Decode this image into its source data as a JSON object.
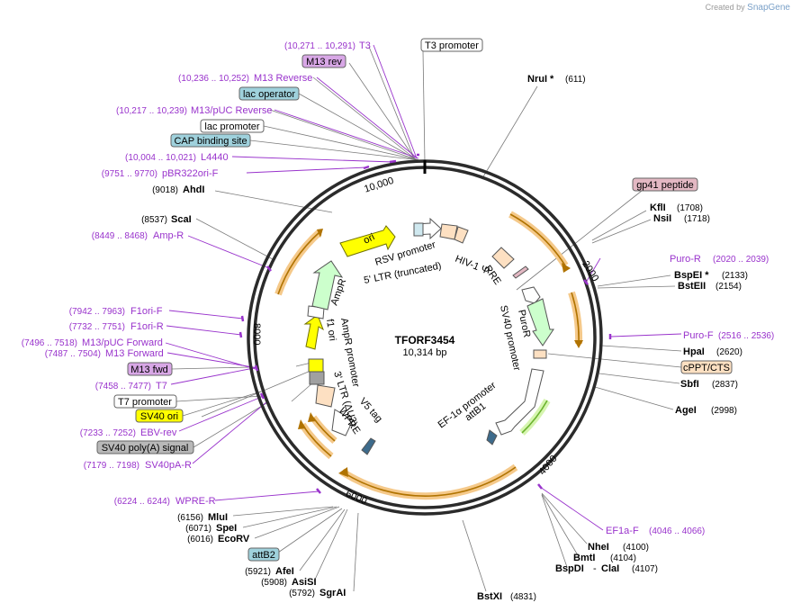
{
  "brand": {
    "created_by": "Created by",
    "logo": "SnapGene"
  },
  "plasmid": {
    "name": "TFORF3454",
    "size": "10,314 bp"
  },
  "ring_ticks": [
    "10,000",
    "2000",
    "4000",
    "6000",
    "8000"
  ],
  "map_labels": {
    "ori": "ori",
    "rsv": "RSV promoter",
    "ltr5": "5' LTR (truncated)",
    "hiv": "HIV-1 Ψ",
    "rre": "RRE",
    "puror": "PuroR",
    "sv40p": "SV40 promoter",
    "ef1a": "EF-1α promoter",
    "attb1": "attB1",
    "v5": "V5 tag",
    "wpre": "WPRE",
    "ltr3": "3' LTR (ΔU3)",
    "ampp": "AmpR promoter",
    "f1": "f1 ori",
    "ampr": "AmpR"
  },
  "left_features": {
    "t3": {
      "coord": "(10,271 .. 10,291)",
      "name": "T3"
    },
    "m13rev_box": "M13 rev",
    "m13reverse": {
      "coord": "(10,236 .. 10,252)",
      "name": "M13 Reverse"
    },
    "lacop_box": "lac operator",
    "m13puc": {
      "coord": "(10,217 .. 10,239)",
      "name": "M13/pUC Reverse"
    },
    "lacprom_box": "lac promoter",
    "cap_box": "CAP binding site",
    "l4440": {
      "coord": "(10,004 .. 10,021)",
      "name": "L4440"
    },
    "pbr": {
      "coord": "(9751 .. 9770)",
      "name": "pBR322ori-F"
    },
    "ahdi": {
      "coord": "(9018)",
      "name": "AhdI"
    },
    "scai": {
      "coord": "(8537)",
      "name": "ScaI"
    },
    "ampr_primer": {
      "coord": "(8449 .. 8468)",
      "name": "Amp-R"
    },
    "f1orif": {
      "coord": "(7942 .. 7963)",
      "name": "F1ori-F"
    },
    "f1orir": {
      "coord": "(7732 .. 7751)",
      "name": "F1ori-R"
    },
    "m13pucfwd": {
      "coord": "(7496 .. 7518)",
      "name": "M13/pUC Forward"
    },
    "m13forward": {
      "coord": "(7487 .. 7504)",
      "name": "M13 Forward"
    },
    "m13fwd_box": "M13 fwd",
    "t7": {
      "coord": "(7458 .. 7477)",
      "name": "T7"
    },
    "t7prom_box": "T7 promoter",
    "sv40ori_box": "SV40 ori",
    "ebv": {
      "coord": "(7233 .. 7252)",
      "name": "EBV-rev"
    },
    "sv40pa_box": "SV40 poly(A) signal",
    "sv40par": {
      "coord": "(7179 .. 7198)",
      "name": "SV40pA-R"
    },
    "wprer": {
      "coord": "(6224 .. 6244)",
      "name": "WPRE-R"
    },
    "mlui": {
      "coord": "(6156)",
      "name": "MluI"
    },
    "spei": {
      "coord": "(6071)",
      "name": "SpeI"
    },
    "ecorv": {
      "coord": "(6016)",
      "name": "EcoRV"
    },
    "attb2_box": "attB2",
    "afei": {
      "coord": "(5921)",
      "name": "AfeI"
    },
    "asisi": {
      "coord": "(5908)",
      "name": "AsiSI"
    },
    "sgrai": {
      "coord": "(5792)",
      "name": "SgrAI"
    }
  },
  "right_features": {
    "t3prom_box": "T3 promoter",
    "nrui": {
      "name": "NruI *",
      "coord": "(611)"
    },
    "gp41_box": "gp41 peptide",
    "kfli": {
      "name": "KflI",
      "coord": "(1708)"
    },
    "nsii": {
      "name": "NsiI",
      "coord": "(1718)"
    },
    "puror_primer": {
      "name": "Puro-R",
      "coord": "(2020 .. 2039)"
    },
    "bspei": {
      "name": "BspEI *",
      "coord": "(2133)"
    },
    "bsteii": {
      "name": "BstEII",
      "coord": "(2154)"
    },
    "purof": {
      "name": "Puro-F",
      "coord": "(2516 .. 2536)"
    },
    "hpai": {
      "name": "HpaI",
      "coord": "(2620)"
    },
    "cppt_box": "cPPT/CTS",
    "sbfi": {
      "name": "SbfI",
      "coord": "(2837)"
    },
    "agei": {
      "name": "AgeI",
      "coord": "(2998)"
    },
    "ef1af": {
      "name": "EF1a-F",
      "coord": "(4046 .. 4066)"
    },
    "nhei": {
      "name": "NheI",
      "coord": "(4100)"
    },
    "bmti": {
      "name": "BmtI",
      "coord": "(4104)"
    },
    "bspdi": {
      "name": "BspDI",
      "sep": "-",
      "name2": "ClaI",
      "coord": "(4107)"
    },
    "bstxi": {
      "name": "BstXI",
      "coord": "(4831)"
    }
  },
  "colors": {
    "primer": "#9933cc",
    "lac_box": "#9fd1dc",
    "m13_box": "#d8a7e6",
    "gp41_box": "#e3b8c3",
    "cppt_box": "#fde0c2",
    "sv40ori_box": "#ffff00",
    "sv40pa_box": "#b8b8b8",
    "attb2_box": "#9fd1dc",
    "arc_orange": "#f5b041",
    "arrow_green": "#ccffcc"
  }
}
